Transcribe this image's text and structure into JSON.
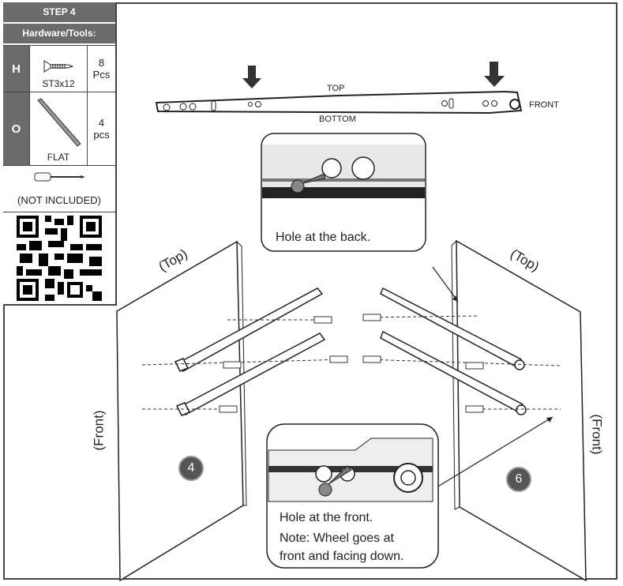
{
  "sidebar": {
    "step": "STEP 4",
    "hardware_title": "Hardware/Tools:",
    "items": [
      {
        "letter": "H",
        "name": "ST3x12",
        "qty": "8",
        "unit": "Pcs"
      },
      {
        "letter": "O",
        "name": "FLAT",
        "qty": "4",
        "unit": "pcs"
      }
    ],
    "tool_note": "(NOT INCLUDED)"
  },
  "rail": {
    "top": "TOP",
    "bottom": "BOTTOM",
    "front": "FRONT"
  },
  "callout_back": {
    "text": "Hole at the back."
  },
  "callout_front": {
    "line1": "Hole at the front.",
    "line2": "Note: Wheel goes at",
    "line3": "front and facing down."
  },
  "panels": {
    "left": {
      "top": "(Top)",
      "front": "(Front)",
      "number": "4"
    },
    "right": {
      "top": "(Top)",
      "front": "(Front)",
      "number": "6"
    }
  }
}
